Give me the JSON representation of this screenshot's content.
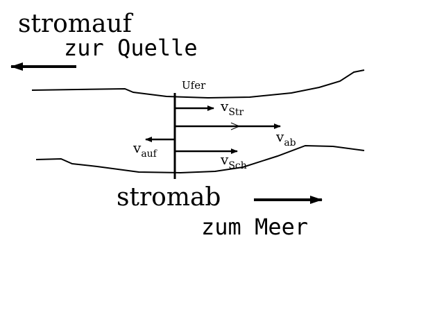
{
  "labels": {
    "upstream": "stromauf",
    "to_source": "zur Quelle",
    "downstream": "stromab",
    "to_sea": "zum Meer",
    "bank": "Ufer"
  },
  "vectors": {
    "v_str": {
      "main": "v",
      "sub": "Str"
    },
    "v_ab": {
      "main": "v",
      "sub": "ab"
    },
    "v_auf": {
      "main": "v",
      "sub": "auf"
    },
    "v_sch": {
      "main": "v",
      "sub": "Sch"
    }
  },
  "colors": {
    "ink": "#000000",
    "background": "#ffffff"
  }
}
